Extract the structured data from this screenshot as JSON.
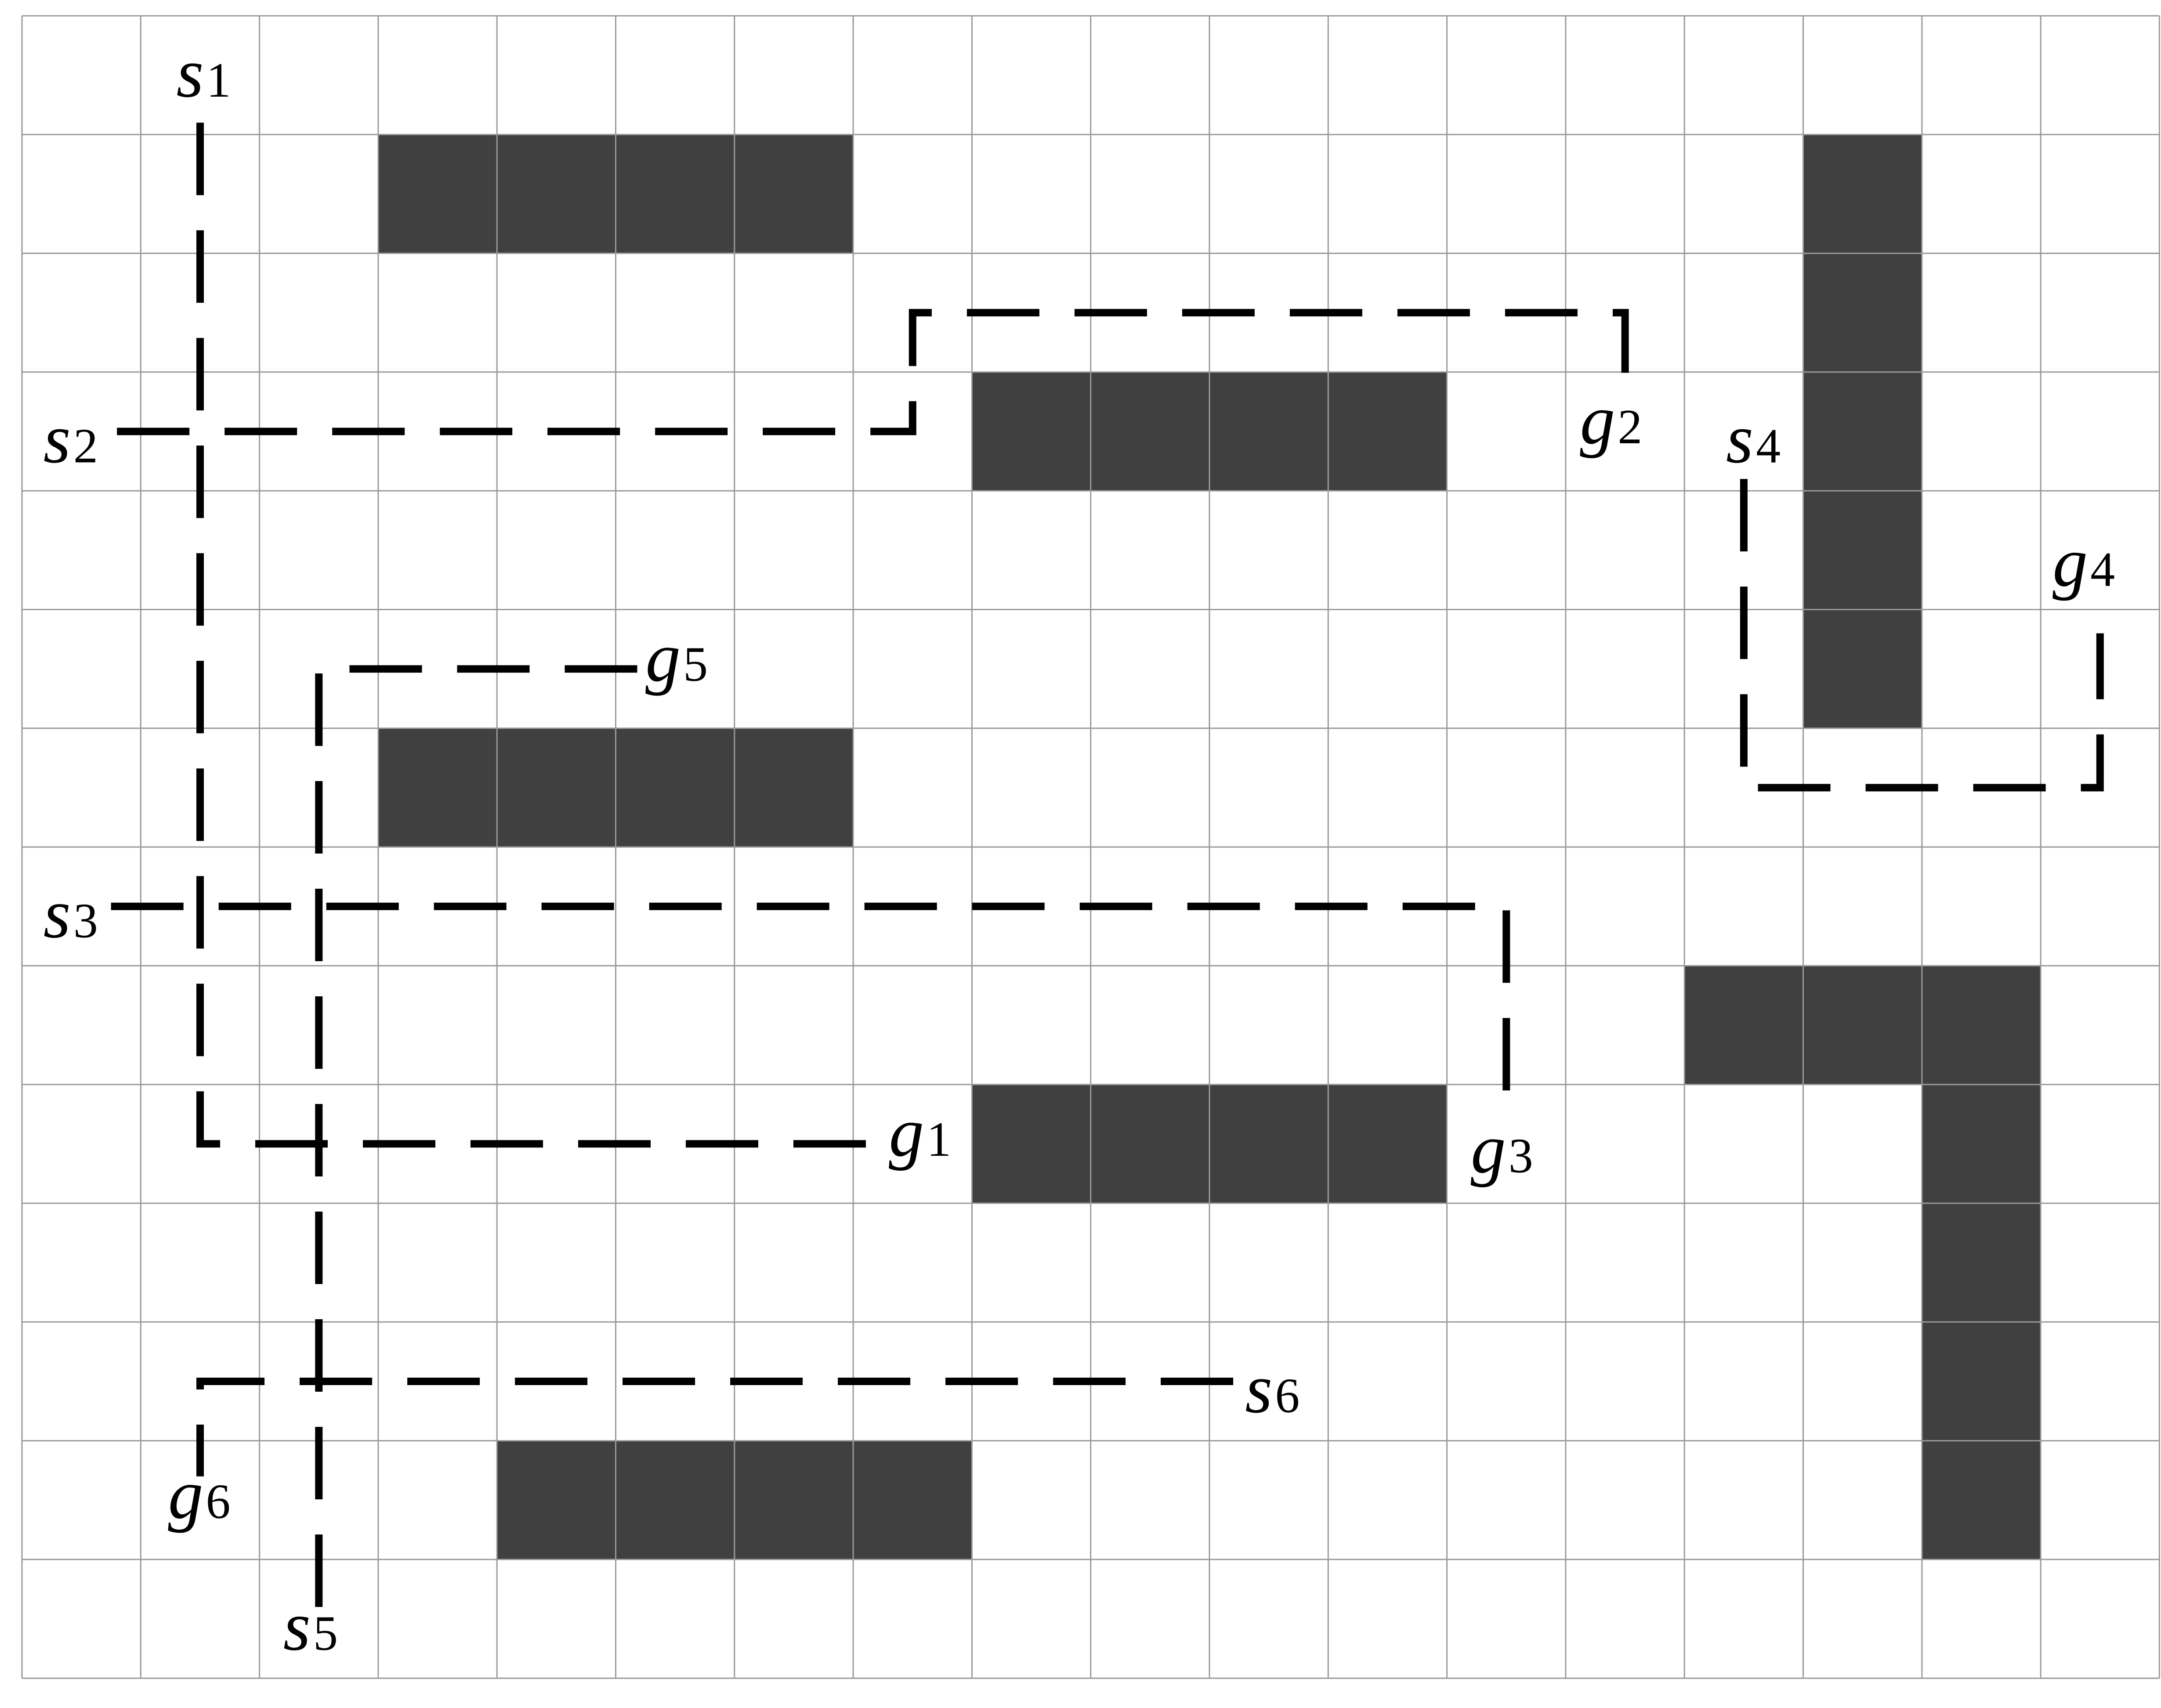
{
  "grid": {
    "cols": 18,
    "rows": 14,
    "line_color": "#9a9a9a",
    "obstacle_color": "#404040",
    "path_color": "#000000"
  },
  "obstacles": [
    {
      "row": 1,
      "col": 3,
      "w": 4,
      "h": 1
    },
    {
      "row": 3,
      "col": 8,
      "w": 4,
      "h": 1
    },
    {
      "row": 6,
      "col": 3,
      "w": 4,
      "h": 1
    },
    {
      "row": 9,
      "col": 8,
      "w": 4,
      "h": 1
    },
    {
      "row": 12,
      "col": 4,
      "w": 4,
      "h": 1
    },
    {
      "row": 1,
      "col": 15,
      "w": 1,
      "h": 5
    },
    {
      "row": 8,
      "col": 14,
      "w": 3,
      "h": 1
    },
    {
      "row": 9,
      "col": 16,
      "w": 1,
      "h": 4
    }
  ],
  "paths": [
    {
      "agent": 1,
      "points": [
        [
          1.5,
          0.9
        ],
        [
          1.5,
          9.5
        ],
        [
          7.4,
          9.5
        ]
      ]
    },
    {
      "agent": 2,
      "points": [
        [
          0.8,
          3.5
        ],
        [
          7.5,
          3.5
        ],
        [
          7.5,
          2.5
        ],
        [
          13.5,
          2.5
        ],
        [
          13.5,
          3.3
        ]
      ]
    },
    {
      "agent": 3,
      "points": [
        [
          0.75,
          7.5
        ],
        [
          12.5,
          7.5
        ],
        [
          12.5,
          9.3
        ]
      ]
    },
    {
      "agent": 4,
      "points": [
        [
          14.5,
          3.9
        ],
        [
          14.5,
          6.5
        ],
        [
          17.5,
          6.5
        ],
        [
          17.5,
          5.2
        ]
      ]
    },
    {
      "agent": 5,
      "points": [
        [
          2.5,
          13.4
        ],
        [
          2.5,
          5.5
        ],
        [
          5.4,
          5.5
        ]
      ]
    },
    {
      "agent": 6,
      "points": [
        [
          10.2,
          11.5
        ],
        [
          1.5,
          11.5
        ],
        [
          1.5,
          12.3
        ]
      ]
    }
  ],
  "labels": [
    {
      "base": "s",
      "sub": "1",
      "col": 1.3,
      "row": 0.68
    },
    {
      "base": "s",
      "sub": "2",
      "col": 0.18,
      "row": 3.76
    },
    {
      "base": "s",
      "sub": "3",
      "col": 0.18,
      "row": 7.76
    },
    {
      "base": "s",
      "sub": "4",
      "col": 14.35,
      "row": 3.76
    },
    {
      "base": "s",
      "sub": "5",
      "col": 2.2,
      "row": 13.76
    },
    {
      "base": "s",
      "sub": "6",
      "col": 10.3,
      "row": 11.76
    },
    {
      "base": "g",
      "sub": "1",
      "col": 7.3,
      "row": 9.6
    },
    {
      "base": "g",
      "sub": "2",
      "col": 13.12,
      "row": 3.6
    },
    {
      "base": "g",
      "sub": "3",
      "col": 12.2,
      "row": 9.74
    },
    {
      "base": "g",
      "sub": "4",
      "col": 17.1,
      "row": 4.8
    },
    {
      "base": "g",
      "sub": "5",
      "col": 5.25,
      "row": 5.6
    },
    {
      "base": "g",
      "sub": "6",
      "col": 1.23,
      "row": 12.65
    }
  ]
}
